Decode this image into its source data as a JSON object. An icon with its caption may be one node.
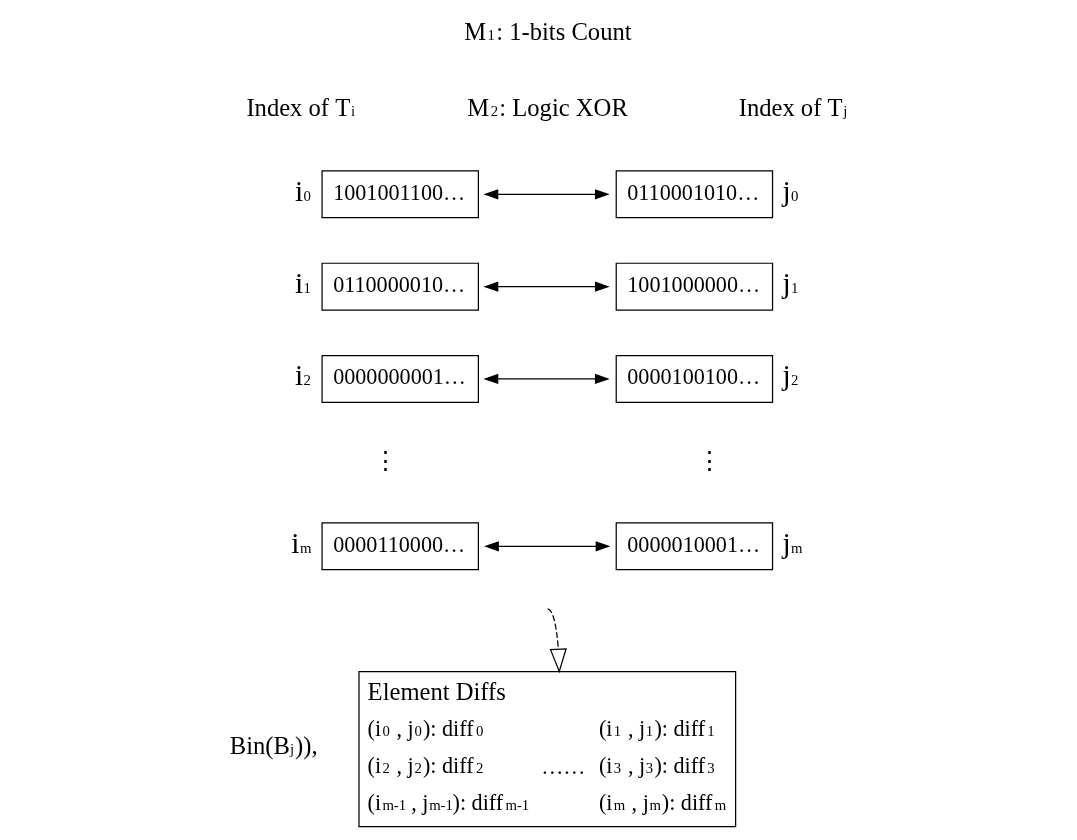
{
  "diagram": {
    "nodes": [
      {
        "text": [
          "1001001100…"
        ],
        "beside": [
          "i$_{0}$"
        ]
      },
      {
        "text": [
          "0110000010…"
        ],
        "beside": [
          "i$_{1}$"
        ]
      },
      {
        "text": [
          "0000000001…"
        ],
        "beside": [
          "i$_{2}$"
        ]
      },
      {
        "text": [
          "0000110000…"
        ],
        "beside": [
          "i$_{m}$"
        ]
      },
      {
        "text": [
          "0110001010…"
        ],
        "beside": [
          "j$_{0}$"
        ]
      },
      {
        "text": [
          "1001000000…"
        ],
        "beside": [
          "j$_{1}$"
        ]
      },
      {
        "text": [
          "0000100100…"
        ],
        "beside": [
          "j$_{2}$"
        ]
      },
      {
        "text": [
          "0000010001…"
        ],
        "beside": [
          "j$_{m}$"
        ]
      },
      {
        "text": [
          "Element Diffs",
          "(i$_{0}$ , j$_{0}$): diff$_{0}$",
          "(i$_{1}$ , j$_{1}$): diff$_{1}$",
          "(i$_{2}$ , j$_{2}$): diff$_{2}$",
          "……",
          "(i$_{3}$ , j$_{3}$): diff$_{3}$",
          "(i$_{m-1}$ , j$_{m-1}$): diff$_{m-1}$",
          "(i$_{m}$ , j$_{m}$): diff$_{m}$"
        ]
      }
    ],
    "edges": [
      {
        "from": 0,
        "to": 4,
        "arrow": "both"
      },
      {
        "from": 1,
        "to": 5,
        "arrow": "both"
      },
      {
        "from": 2,
        "to": 6,
        "arrow": "both"
      },
      {
        "from": 3,
        "to": 7,
        "arrow": "both"
      },
      {
        "from": null,
        "to": 8,
        "arrow": "to",
        "style": "dashed"
      }
    ],
    "labels": [
      "M$_{1}$: 1-bits Count",
      "Index of T$_{i}$",
      "M$_{2}$: Logic XOR",
      "Index of T$_{j}$",
      "⋮",
      "⋮",
      "Bin(B$_{j}$)),"
    ]
  }
}
